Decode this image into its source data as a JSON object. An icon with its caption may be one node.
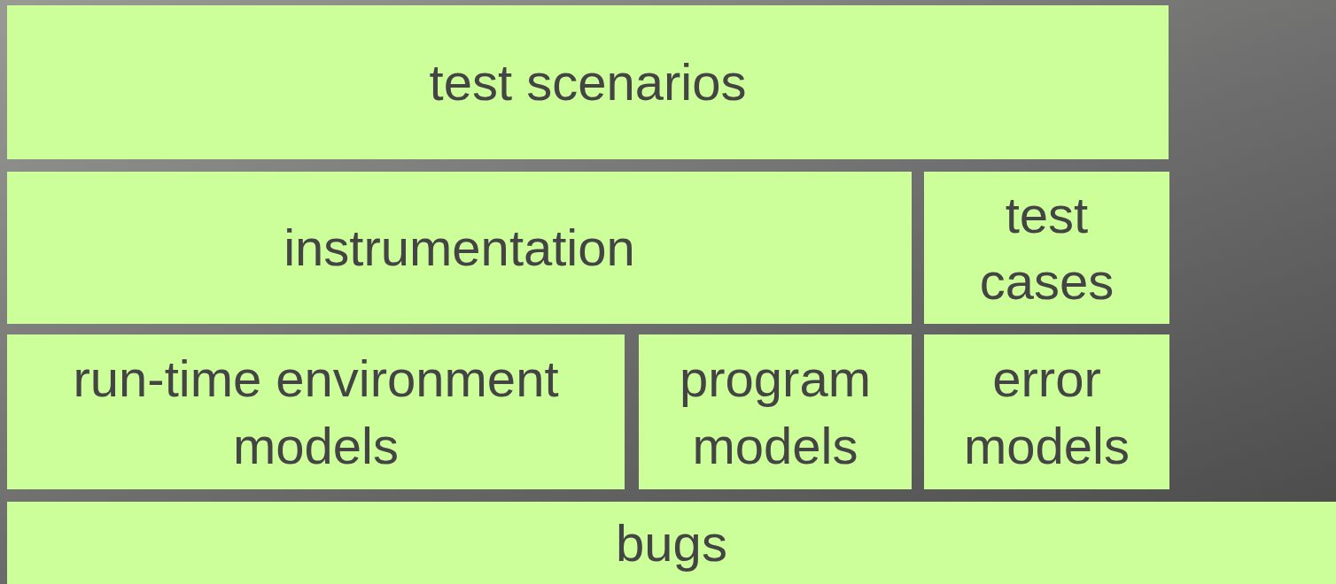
{
  "diagram": {
    "nodes": [
      {
        "text": [
          "test scenarios"
        ]
      },
      {
        "text": [
          "instrumentation"
        ]
      },
      {
        "text": [
          "test cases"
        ]
      },
      {
        "text": [
          "run-time environment models"
        ]
      },
      {
        "text": [
          "program models"
        ]
      },
      {
        "text": [
          "error models"
        ]
      },
      {
        "text": [
          "bugs"
        ]
      }
    ]
  }
}
